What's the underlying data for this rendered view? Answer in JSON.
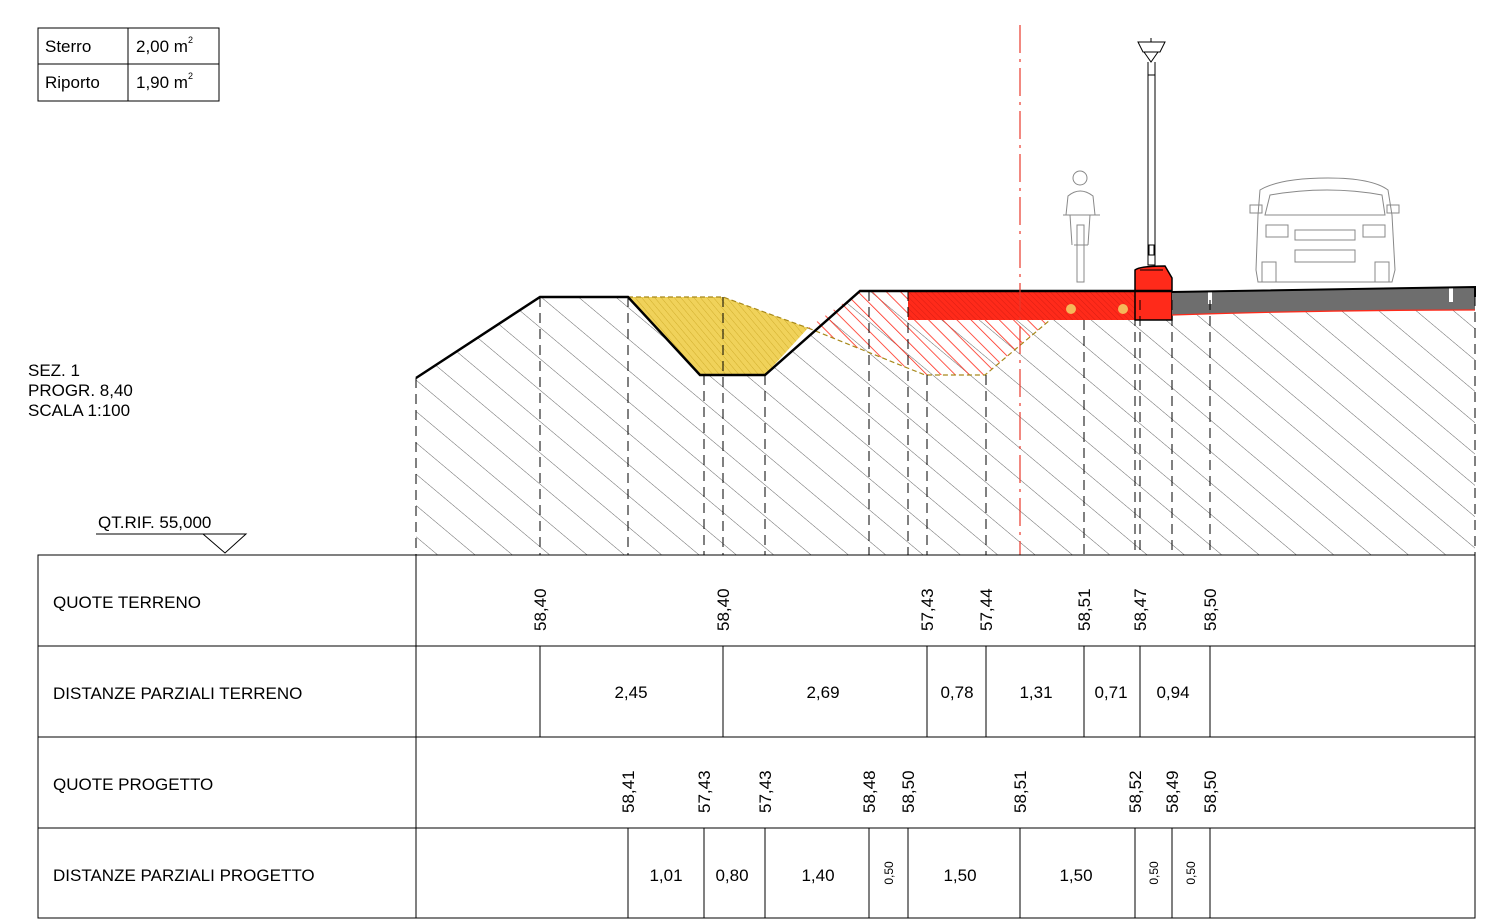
{
  "areas_table": {
    "rows": [
      {
        "label": "Sterro",
        "value": "2,00 m",
        "unit_sup": "2"
      },
      {
        "label": "Riporto",
        "value": "1,90 m",
        "unit_sup": "2"
      }
    ]
  },
  "section_info": {
    "line1": "SEZ. 1",
    "line2": "PROGR. 8,40",
    "line3": "SCALA 1:100"
  },
  "reference": {
    "label": "QT.RIF. 55,000"
  },
  "bands": {
    "quote_terreno": {
      "title": "QUOTE TERRENO",
      "values": [
        "58,40",
        "58,40",
        "57,43",
        "57,44",
        "58,51",
        "58,47",
        "58,50"
      ]
    },
    "distanze_terreno": {
      "title": "DISTANZE PARZIALI TERRENO",
      "values": [
        "2,45",
        "2,69",
        "0,78",
        "1,31",
        "0,71",
        "0,94"
      ]
    },
    "quote_progetto": {
      "title": "QUOTE PROGETTO",
      "values": [
        "58,41",
        "57,43",
        "57,43",
        "58,48",
        "58,50",
        "58,51",
        "58,52",
        "58,49",
        "58,50"
      ]
    },
    "distanze_progetto": {
      "title": "DISTANZE PARZIALI PROGETTO",
      "values": [
        "1,01",
        "0,80",
        "1,40",
        "0,50",
        "1,50",
        "1,50",
        "0,50",
        "0,50"
      ]
    }
  },
  "colors": {
    "cut": "#f0d25a",
    "fill": "#ff2a1a",
    "axis": "#e8392c",
    "asphalt": "#6e6e6e",
    "ground_hatch": "#555555",
    "lamp_light": "#f5b85a"
  },
  "icons": [
    "cyclist-icon",
    "street-lamp-icon",
    "car-icon"
  ]
}
